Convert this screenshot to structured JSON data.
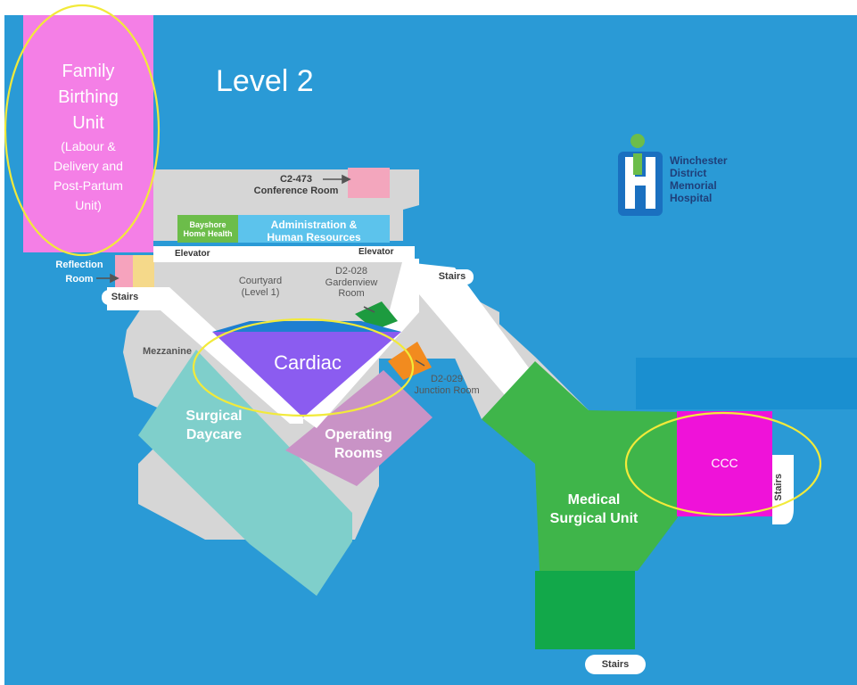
{
  "map": {
    "title": "Level 2",
    "hospital_name": [
      "Winchester",
      "District",
      "Memorial",
      "Hospital"
    ],
    "labels": {
      "family_birthing": {
        "main": [
          "Family",
          "Birthing",
          "Unit"
        ],
        "sub": [
          "(Labour &",
          "Delivery and",
          "Post-Partum",
          "Unit)"
        ]
      },
      "conference": [
        "C2-473",
        "Conference Room"
      ],
      "bayshore": [
        "Bayshore",
        "Home Health"
      ],
      "admin": [
        "Administration &",
        "Human Resources"
      ],
      "elevator_left": "Elevator",
      "elevator_right": "Elevator",
      "reflection": [
        "Reflection",
        "Room"
      ],
      "stairs_left": "Stairs",
      "stairs_top_right": "Stairs",
      "stairs_right": "Stairs",
      "stairs_bottom": "Stairs",
      "courtyard": [
        "Courtyard",
        "(Level 1)"
      ],
      "gardenview": [
        "D2-028",
        "Gardenview",
        "Room"
      ],
      "mezzanine": "Mezzanine",
      "cardiac": "Cardiac",
      "junction": [
        "D2-029",
        "Junction Room"
      ],
      "surgical_daycare": [
        "Surgical",
        "Daycare"
      ],
      "operating_rooms": [
        "Operating",
        "Rooms"
      ],
      "medical_surgical": [
        "Medical",
        "Surgical Unit"
      ],
      "ccc": "CCC"
    },
    "icons": {
      "hospital_logo": "hospital-logo-icon",
      "arrows": "arrow-icon"
    },
    "colors": {
      "background": "#2a9ad6",
      "corridor": "#ffffff",
      "building": "#d6d6d6",
      "family_birthing": "#f47fe6",
      "conference": "#f3a6bd",
      "bayshore": "#6cbd4a",
      "admin": "#5cc3ec",
      "cardiac": "#8b5cf0",
      "cardiac_top": "#1f7fd1",
      "gardenview": "#1d9b3f",
      "junction": "#f28b1f",
      "surgical_daycare": "#7fcfcb",
      "operating_rooms": "#c993c6",
      "medical_surgical": "#3fb54a",
      "medical_surgical_dark": "#12a84a",
      "ccc": "#ef12d9",
      "highlight_ring": "#f2ea3a"
    }
  }
}
